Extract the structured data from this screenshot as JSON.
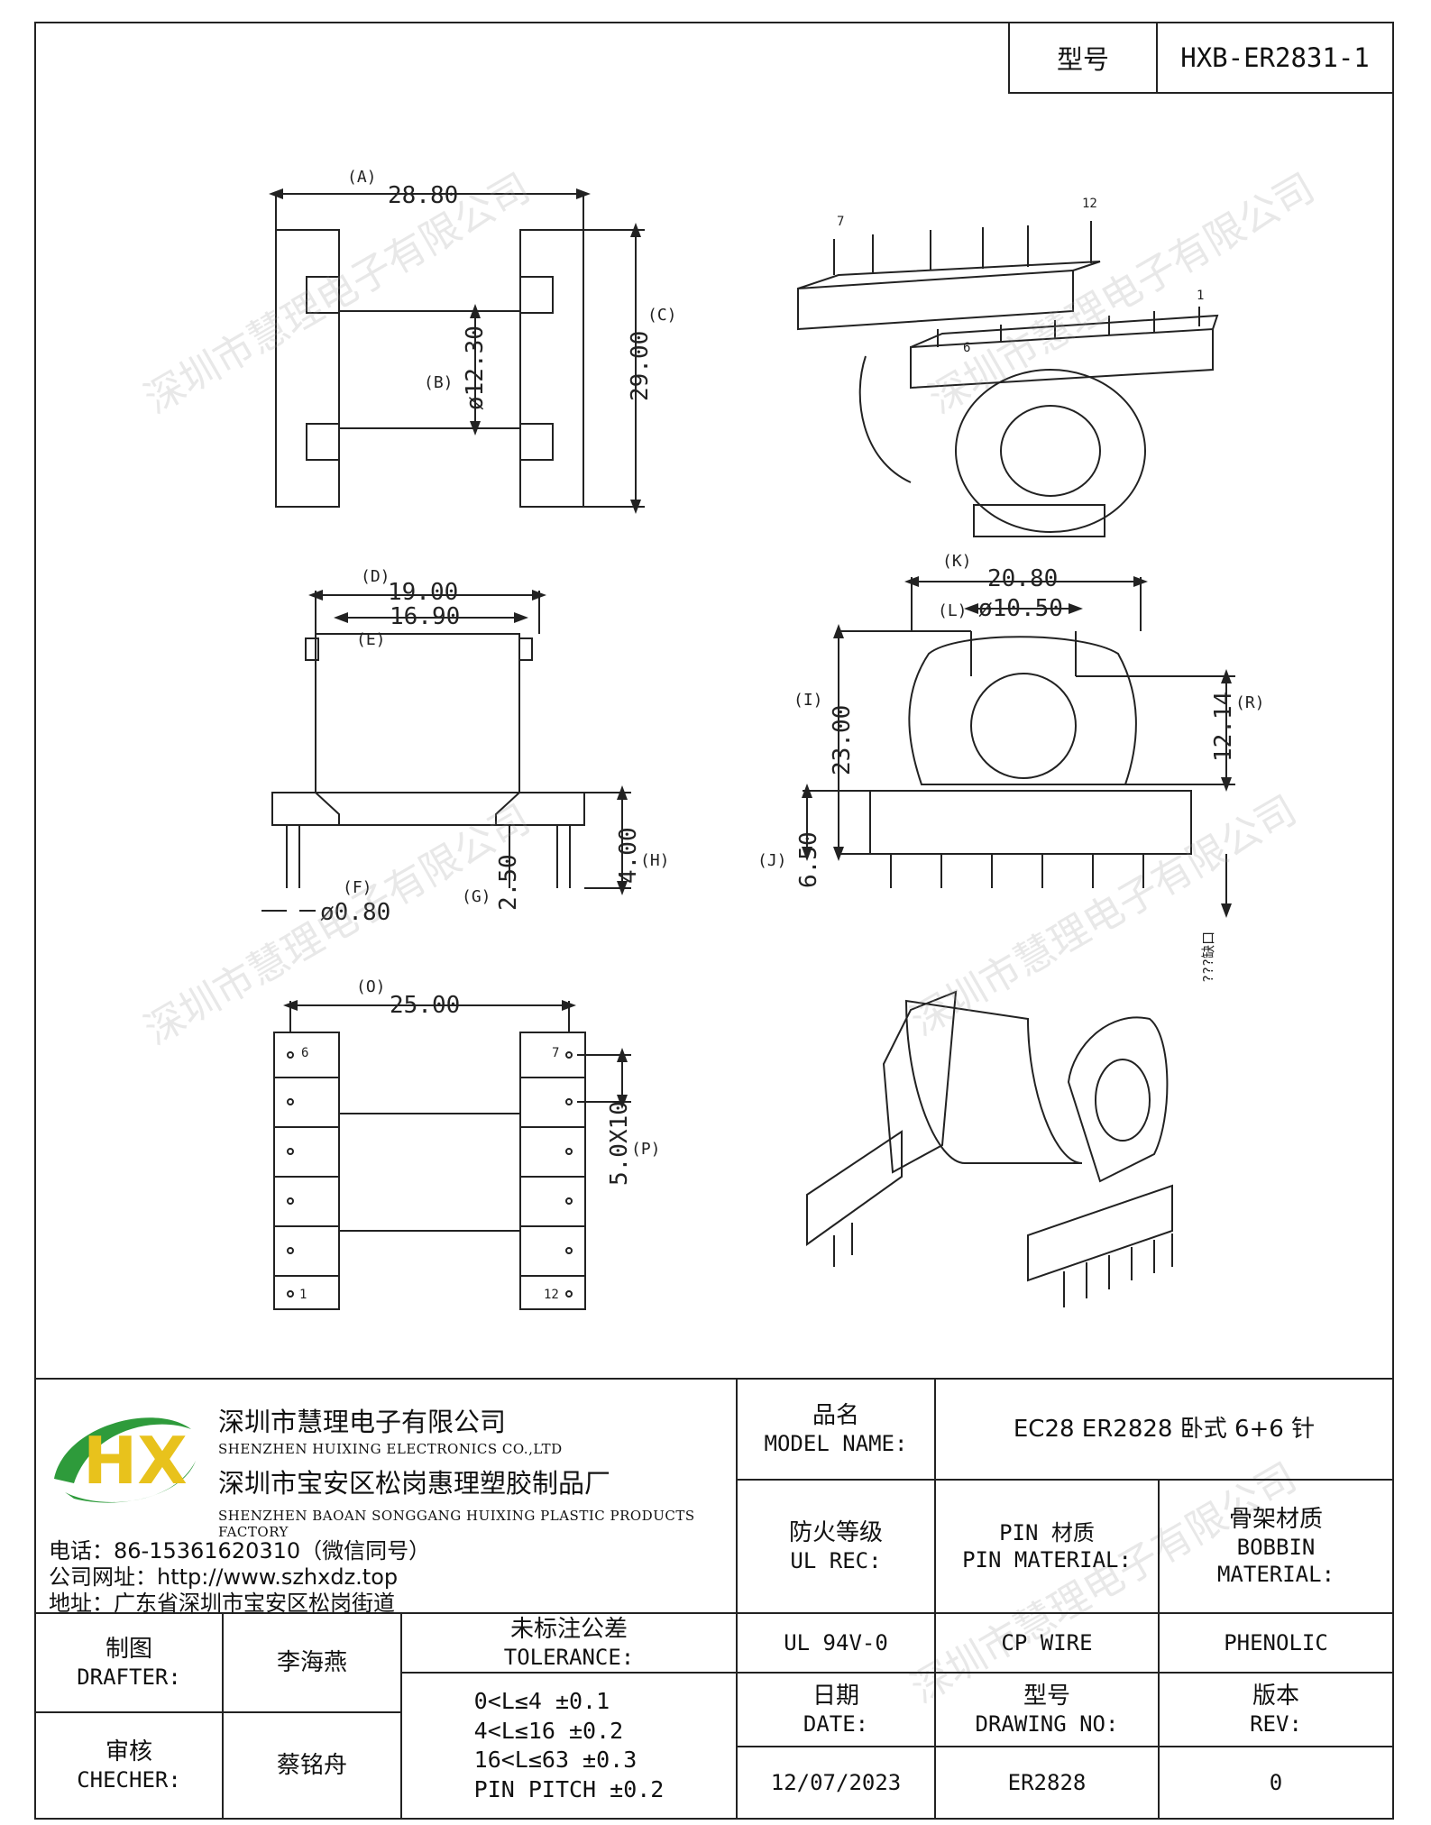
{
  "header": {
    "model_key": "型号",
    "model_value": "HXB-ER2831-1"
  },
  "dimensions": {
    "A": {
      "tag": "(A)",
      "value": "28.80"
    },
    "B": {
      "tag": "(B)",
      "value": "ø12.30"
    },
    "C": {
      "tag": "(C)",
      "value": "29.00"
    },
    "D": {
      "tag": "(D)",
      "value": "19.00"
    },
    "E": {
      "tag": "(E)",
      "value": "16.90"
    },
    "F": {
      "tag": "(F)",
      "value": "ø0.80"
    },
    "G": {
      "tag": "(G)",
      "value": "2.50"
    },
    "H": {
      "tag": "(H)",
      "value": "4.00"
    },
    "I": {
      "tag": "(I)",
      "value": "23.00"
    },
    "J": {
      "tag": "(J)",
      "value": "6.50"
    },
    "K": {
      "tag": "(K)",
      "value": "20.80"
    },
    "L": {
      "tag": "(L)",
      "value": "ø10.50"
    },
    "R": {
      "tag": "(R)",
      "value": "12.14"
    },
    "O": {
      "tag": "(O)",
      "value": "25.00"
    },
    "P": {
      "tag": "(P)",
      "value": "5.0X10"
    },
    "unknown": "???缺口"
  },
  "pin_labels": {
    "p1": "1",
    "p6": "6",
    "p7": "7",
    "p12": "12",
    "bp6": "6",
    "bp7": "7",
    "bp1": "1",
    "bp12": "12"
  },
  "title_block": {
    "company_cn": "深圳市慧理电子有限公司",
    "company_en": "SHENZHEN HUIXING ELECTRONICS CO.,LTD",
    "factory_cn": "深圳市宝安区松岗惠理塑胶制品厂",
    "factory_en": "SHENZHEN BAOAN SONGGANG HUIXING PLASTIC PRODUCTS FACTORY",
    "phone": "电话：86-15361620310（微信同号）",
    "website": "公司网址：http://www.szhxdz.top",
    "address": "地址：广东省深圳市宝安区松岗街道",
    "model_name_cn": "品名",
    "model_name_en": "MODEL NAME:",
    "model_name_value": "EC28 ER2828 卧式 6+6 针",
    "ul_cn": "防火等级",
    "ul_en": "UL REC:",
    "pin_cn": "PIN 材质",
    "pin_en": "PIN MATERIAL:",
    "bobbin_cn": "骨架材质",
    "bobbin_en1": "BOBBIN",
    "bobbin_en2": "MATERIAL:",
    "ul_value": "UL 94V-0",
    "pin_value": "CP WIRE",
    "bobbin_value": "PHENOLIC",
    "drafter_cn": "制图",
    "drafter_en": "DRAFTER:",
    "drafter_name": "李海燕",
    "checker_cn": "审核",
    "checker_en": "CHECHER:",
    "checker_name": "蔡铭舟",
    "tolerance_cn": "未标注公差",
    "tolerance_en": "TOLERANCE:",
    "tolerance_lines": [
      "0<L≤4  ±0.1",
      "4<L≤16  ±0.2",
      "16<L≤63  ±0.3",
      "PIN PITCH  ±0.2"
    ],
    "date_cn": "日期",
    "date_en": "DATE:",
    "date_value": "12/07/2023",
    "drawing_cn": "型号",
    "drawing_en": "DRAWING NO:",
    "drawing_value": "ER2828",
    "rev_cn": "版本",
    "rev_en": "REV:",
    "rev_value": "0"
  },
  "logo": {
    "text": "HX",
    "green": "#2e9b3b",
    "yellow": "#e8c21c"
  },
  "watermark": "深圳市慧理电子有限公司"
}
